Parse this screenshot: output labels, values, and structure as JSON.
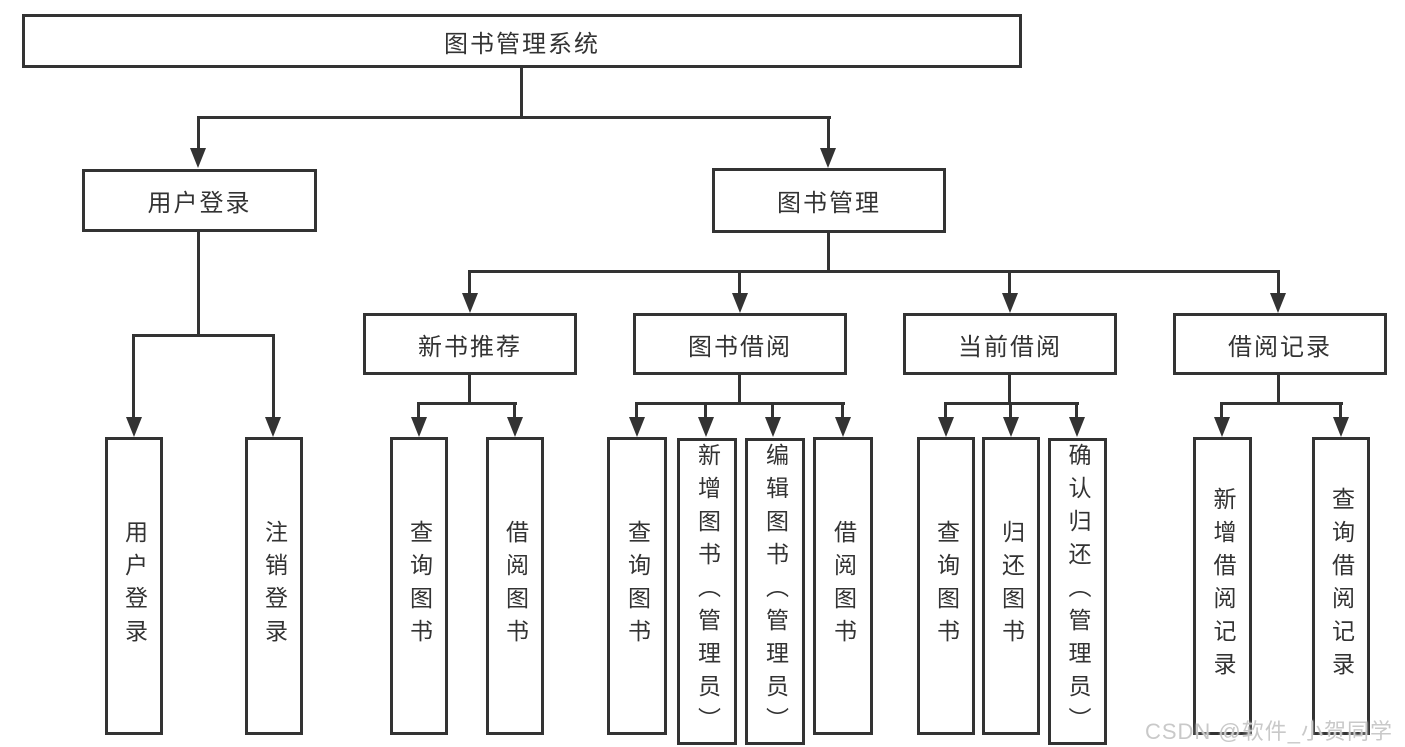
{
  "watermark": "CSDN @软件_小贺同学",
  "colors": {
    "line": "#333333",
    "background": "#ffffff",
    "text": "#333333",
    "watermark": "#c9c9c9"
  },
  "tree": {
    "label": "图书管理系统",
    "children": [
      {
        "label": "用户登录",
        "children": [
          {
            "label": "用户登录"
          },
          {
            "label": "注销登录"
          }
        ]
      },
      {
        "label": "图书管理",
        "children": [
          {
            "label": "新书推荐",
            "children": [
              {
                "label": "查询图书"
              },
              {
                "label": "借阅图书"
              }
            ]
          },
          {
            "label": "图书借阅",
            "children": [
              {
                "label": "查询图书"
              },
              {
                "label": "新增图书（管理员）"
              },
              {
                "label": "编辑图书（管理员）"
              },
              {
                "label": "借阅图书"
              }
            ]
          },
          {
            "label": "当前借阅",
            "children": [
              {
                "label": "查询图书"
              },
              {
                "label": "归还图书"
              },
              {
                "label": "确认归还（管理员）"
              }
            ]
          },
          {
            "label": "借阅记录",
            "children": [
              {
                "label": "新增借阅记录"
              },
              {
                "label": "查询借阅记录"
              }
            ]
          }
        ]
      }
    ]
  }
}
